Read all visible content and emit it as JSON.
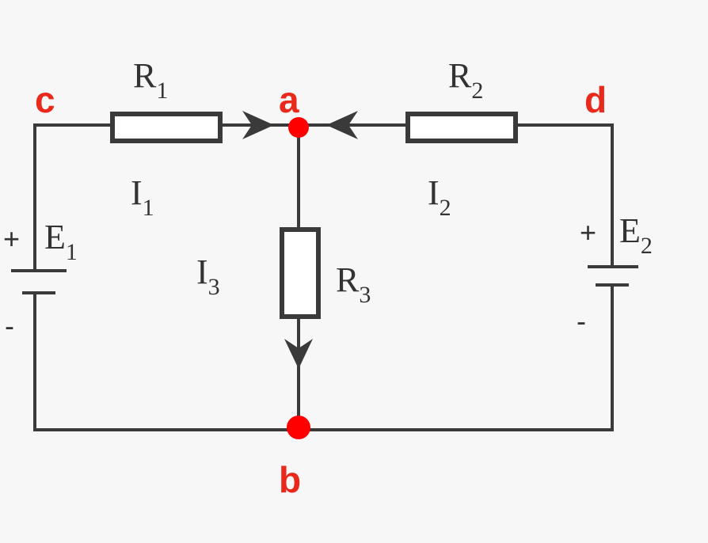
{
  "colors": {
    "wire": "#3a3a3a",
    "node": "#ff0000",
    "node_label": "#e8291c",
    "background": "#f7f7f7"
  },
  "nodes": {
    "a": "a",
    "b": "b",
    "c": "c",
    "d": "d"
  },
  "resistors": {
    "r1": {
      "main": "R",
      "sub": "1"
    },
    "r2": {
      "main": "R",
      "sub": "2"
    },
    "r3": {
      "main": "R",
      "sub": "3"
    }
  },
  "currents": {
    "i1": {
      "main": "I",
      "sub": "1"
    },
    "i2": {
      "main": "I",
      "sub": "2"
    },
    "i3": {
      "main": "I",
      "sub": "3"
    }
  },
  "sources": {
    "e1": {
      "main": "E",
      "sub": "1",
      "plus": "+",
      "minus": "-"
    },
    "e2": {
      "main": "E",
      "sub": "2",
      "plus": "+",
      "minus": "-"
    }
  }
}
